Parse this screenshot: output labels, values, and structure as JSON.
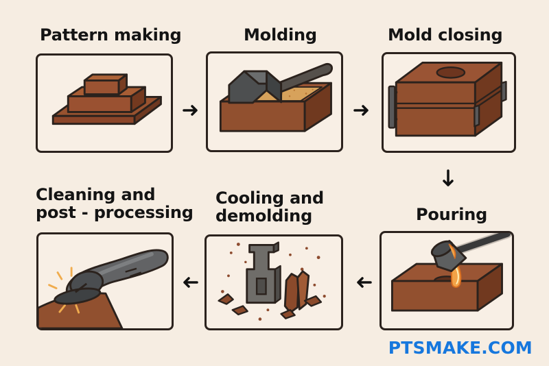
{
  "steps": {
    "pattern_making": "Pattern making",
    "molding": "Molding",
    "mold_closing": "Mold closing",
    "pouring": "Pouring",
    "cooling_demolding_line1": "Cooling and",
    "cooling_demolding_line2": "demolding",
    "cleaning_line1": "Cleaning and",
    "cleaning_line2": "post - processing"
  },
  "watermark": "PTSMAKE.COM",
  "icons": [
    "wooden-pattern-icon",
    "hammer-icon",
    "closed-mold-icon",
    "ladle-icon",
    "demolded-casting-icon",
    "angle-grinder-icon",
    "arrow-right-icon",
    "arrow-down-icon",
    "arrow-left-icon"
  ],
  "colors": {
    "background": "#f6ede2",
    "panel_border": "#2b221d",
    "brown": "#8f4d2d",
    "dark_brown": "#5f321f",
    "metal": "#6f7071",
    "molten": "#f2a247",
    "brand_blue": "#1677dd"
  }
}
